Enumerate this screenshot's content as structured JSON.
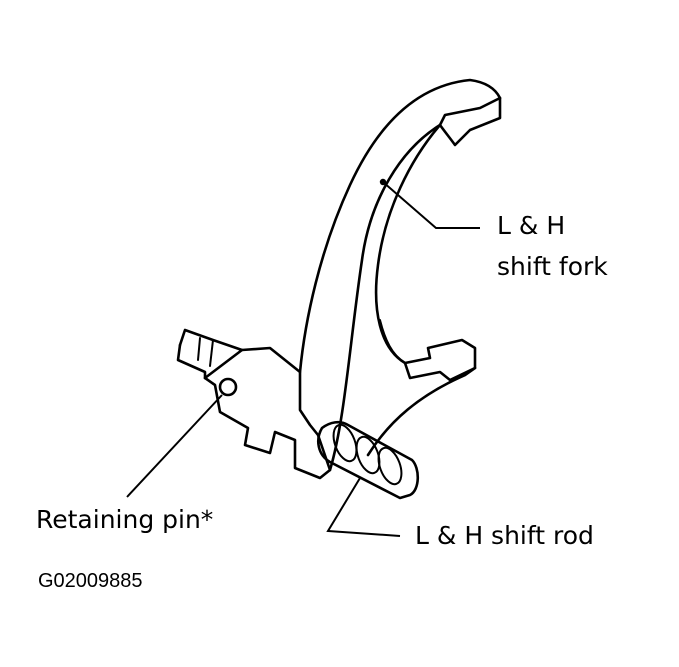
{
  "labels": {
    "fork_line1": "L & H",
    "fork_line2": "shift fork",
    "retaining_pin": "Retaining pin*",
    "shift_rod": "L & H shift rod"
  },
  "figure_code": "G02009885"
}
